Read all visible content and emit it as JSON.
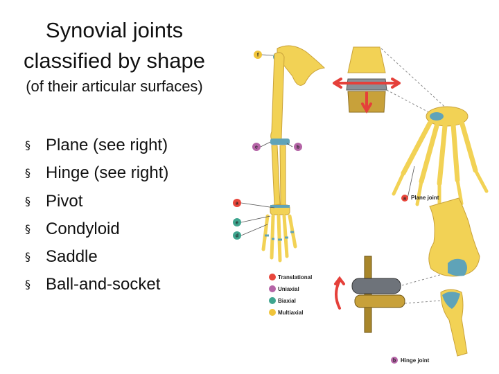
{
  "title": "Synovial joints classified by shape",
  "subtitle": "(of their articular surfaces)",
  "bullet_marker": "§",
  "bullets": [
    "Plane (see right)",
    "Hinge (see right)",
    "Pivot",
    "Condyloid",
    "Saddle",
    "Ball-and-socket"
  ],
  "figure": {
    "markers": {
      "f": "f",
      "c": "c",
      "b": "b",
      "a": "a",
      "e": "e",
      "d": "d"
    },
    "legend": [
      {
        "label": "Translational",
        "color": "#e8473c"
      },
      {
        "label": "Uniaxial",
        "color": "#b565a7"
      },
      {
        "label": "Biaxial",
        "color": "#3fa58f"
      },
      {
        "label": "Multiaxial",
        "color": "#f0c43b"
      }
    ],
    "plane_label": {
      "letter": "a",
      "text": "Plane joint"
    },
    "hinge_label": {
      "letter": "b",
      "text": "Hinge joint"
    }
  },
  "colors": {
    "bone": "#f2d255",
    "bone_edge": "#c9a23a",
    "cartilage": "#5fa3b8",
    "arrow": "#e5403a"
  }
}
